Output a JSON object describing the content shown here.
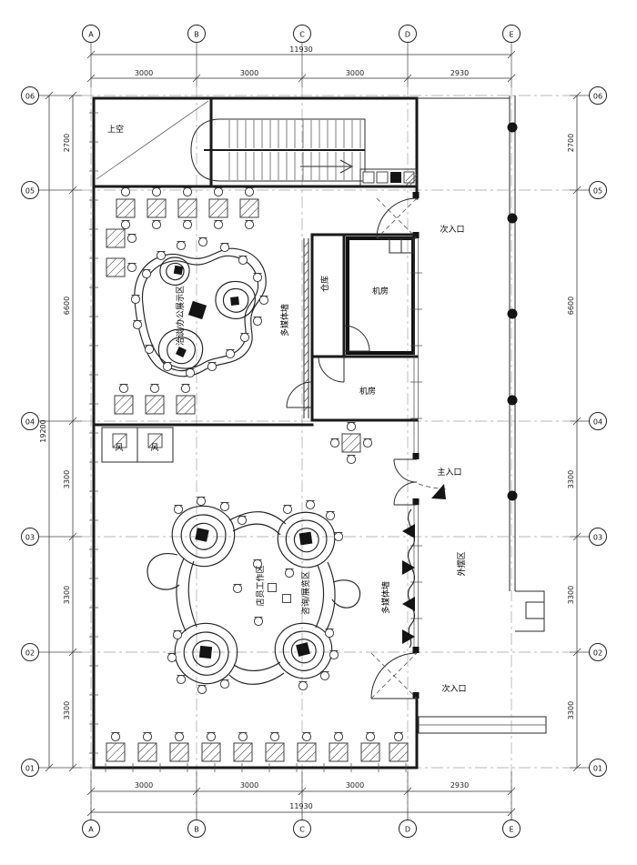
{
  "drawing_type": "architectural-floor-plan",
  "colors": {
    "ink": "#1a1a1a",
    "grid": "#a0a0a0",
    "paper": "#ffffff"
  },
  "grid": {
    "columns": [
      "A",
      "B",
      "C",
      "D",
      "E"
    ],
    "rows": [
      "06",
      "05",
      "04",
      "03",
      "02",
      "01"
    ]
  },
  "dimensions": {
    "top": {
      "overall": "11930",
      "segments": [
        "3000",
        "3000",
        "3000",
        "2930"
      ]
    },
    "bottom": {
      "overall": "11930",
      "segments": [
        "3000",
        "3000",
        "3000",
        "2930"
      ]
    },
    "left": {
      "overall": "19200",
      "segments": [
        "2700",
        "6600",
        "3300",
        "3300",
        "3300"
      ]
    },
    "right": {
      "segments": [
        "2700",
        "6600",
        "3300",
        "3300",
        "3300"
      ]
    }
  },
  "rooms": [
    {
      "label": "上空"
    },
    {
      "label": "次入口"
    },
    {
      "label": "仓库"
    },
    {
      "label": "机房"
    },
    {
      "label": "机房"
    },
    {
      "label": "多媒体墙"
    },
    {
      "label": "洽谈/办公展示区"
    },
    {
      "label": "风"
    },
    {
      "label": "风"
    },
    {
      "label": "主入口"
    },
    {
      "label": "店员工作区"
    },
    {
      "label": "咨询/展览区"
    },
    {
      "label": "多媒体墙"
    },
    {
      "label": "外摆区"
    },
    {
      "label": "次入口"
    }
  ]
}
